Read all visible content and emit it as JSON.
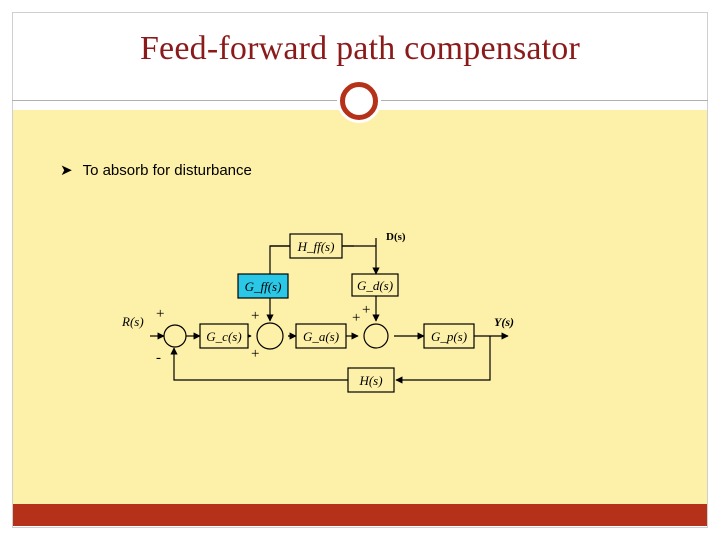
{
  "slide": {
    "title": "Feed-forward path compensator",
    "bullet": "To absorb for disturbance",
    "bullet_marker": "arrowhead-bullet-icon",
    "colors": {
      "title": "#8b1a1a",
      "accent": "#b5311a",
      "panel": "#fdf0a8",
      "highlight": "#2bc7e6"
    }
  },
  "diagram": {
    "blocks": {
      "hff": "H_ff(s)",
      "gff": "G_ff(s)",
      "gd": "G_d(s)",
      "gc": "G_c(s)",
      "ga": "G_a(s)",
      "gp": "G_p(s)",
      "h": "H(s)"
    },
    "signals": {
      "input": "R(s)",
      "disturbance": "D(s)",
      "output": "Y(s)"
    },
    "signs": {
      "s1_top": "+",
      "s1_bottom": "-",
      "s2_top": "+",
      "s2_bottom": "+",
      "s3_top": "+",
      "s3_left": "+"
    }
  }
}
